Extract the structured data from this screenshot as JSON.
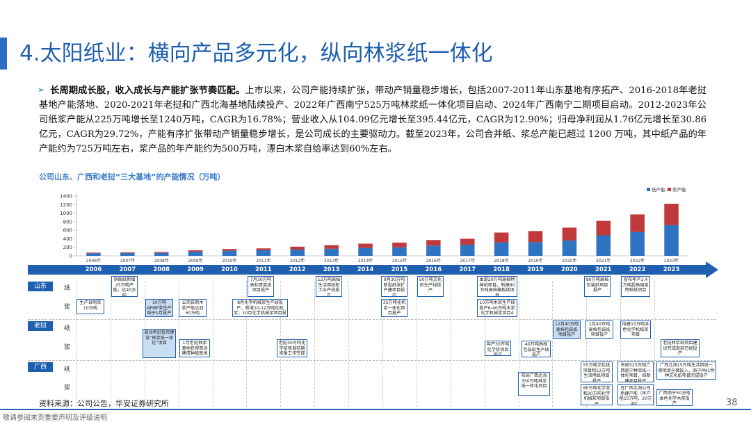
{
  "title": "4.太阳纸业：横向产品多元化，纵向林浆纸一体化",
  "bullet": "➢",
  "body": {
    "lead": "长周期成长股，收入成长与产能扩张节奏匹配。",
    "text": "上市以来，公司产能持续扩张，带动产销量稳步增长，包括2007-2011年山东基地有序拓产、2016-2018年老挝基地产能落地、2020-2021年老挝和广西北海基地陆续投产、2022年广西南宁525万吨林浆纸一体化项目启动、2024年广西南宁二期项目启动。2012-2023年公司纸浆产能从225万吨增长至1240万吨，CAGR为16.78%；营业收入从104.09亿元增长至395.44亿元，CAGR为12.90%；归母净利润从1.76亿元增长至30.86亿元，CAGR为29.72%，产能有序扩张带动产销量稳步增长，是公司成长的主要驱动力。截至2023年，公司合并纸、浆总产能已超过 1200 万吨，其中纸产品的年产能约为725万吨左右，浆产品的年产能约为500万吨，漂白木浆自给率达到60%左右。"
  },
  "chart_data": {
    "type": "bar",
    "title": "公司山东、广西和老挝“三大基地”的产能情况（万吨）",
    "categories": [
      "2006年",
      "2007年",
      "2008年",
      "2009年",
      "2010年",
      "2011年",
      "2012年",
      "2013年",
      "2014年",
      "2015年",
      "2016年",
      "2017年",
      "2018年",
      "2019年",
      "2020年",
      "2021年",
      "2022年",
      "2023年"
    ],
    "series": [
      {
        "name": "纸产能",
        "color": "#2e74c2",
        "values": [
          60,
          65,
          70,
          100,
          120,
          130,
          145,
          165,
          185,
          200,
          240,
          260,
          315,
          320,
          360,
          480,
          560,
          720
        ]
      },
      {
        "name": "浆产能",
        "color": "#c0393b",
        "values": [
          15,
          15,
          20,
          30,
          40,
          45,
          70,
          85,
          100,
          110,
          130,
          140,
          230,
          260,
          300,
          340,
          410,
          500
        ]
      }
    ],
    "yticks": [
      0,
      200,
      400,
      600,
      800,
      1000,
      1200,
      1400
    ],
    "ylim": [
      0,
      1400
    ],
    "legend": "top-right",
    "stacked": true
  },
  "timeline": {
    "years": [
      "2006",
      "2007",
      "2008",
      "2009",
      "2010",
      "2011",
      "2012",
      "2013",
      "2014",
      "2015",
      "2016",
      "2017",
      "2018",
      "2019",
      "2020",
      "2021",
      "2022",
      "2023"
    ]
  },
  "rows": {
    "shandong": "山东",
    "laos": "老挝",
    "guangxi": "广西",
    "paper": "纸",
    "pulp": "浆"
  },
  "events": {
    "sd_p_2007": "铜版纸新增25万吨产能，达40万吨",
    "sd_p_2011": "7月30万吨高松厚度纸项目投产",
    "sd_p_2013": "12万吨高档生活用纸和工业产线投产",
    "sd_p_2015": "9月30万吨新型纸张扩产建项目投产",
    "sd_p_2016": "50万吨文化纸生产线投产",
    "sd_p_2018": "本部20万吨高档特种纸项目，新建80万吨高档箱板纸项目",
    "sd_p_2021": "80万吨高档包装纸项目投产",
    "sd_p_2022": "宣布年产3.4万吨超高强度特种纸项目",
    "sd_m_2006": "生产自制浆10万吨",
    "sd_m_2008": "10万吨APMP浆生产线于1月投产",
    "sd_m_2009": "公司自制木浆产能达到60万吨",
    "sd_m_2011": "8月化学机械浆生产线投产，新增10-12万吨化机浆；10月化学机械浆项目投产",
    "sd_m_2015": "35万吨化机浆一体化项目投产",
    "sd_m_2018": "10万吨木浆生产线投产6-40万吨木浆化学机械浆项目4月、8月投产",
    "la_p_2020": "12月40万吨高档包装纸项目投产",
    "la_p_2021": "1月40万吨高档包装纸项目投产",
    "la_p_2022": "拟建15万吨本色化学机械浆项目",
    "la_m_2008": "启动老挝投资建设“林浆纸一体化”项目",
    "la_m_2009": "1月老挝林浆基地获得首块建成种植基地",
    "la_m_2012": "老挝30万吨化学浆项目前期准备工作完成",
    "la_m_2018": "年产30万吨化学浆项目投产",
    "la_m_2019": "40万吨高档包装纸生产线投产",
    "la_m_2023": "老挝林浆纸项目建设完成南部已经投产",
    "gx_p_2021": "55万吨文化纸项目和12万吨生活用纸项目投产",
    "gx_p_2022": "布局525万吨广西南宁林浆纸一体化项目，拟新建项目投产",
    "gx_p_2023": "广西北海15万吨生活用纸一期项目全面投入，南宁PM1特种文化纸项目完成投产",
    "gx_m_2019": "布局广西北海350万吨林浆纸一体化项目",
    "gx_m_2021": "80万吨化学浆和20万吨化学机械浆项目投产",
    "gx_m_2022": "在广西北海公司新建产能（年产能15万吨，20万吨）",
    "gx_m_2023": "广西南宁50万吨本色化学木浆投产"
  },
  "source": "资料来源：公司公告，华安证券研究所",
  "page_number": "38",
  "footer": "敬请参阅末页重要声明及评级说明"
}
